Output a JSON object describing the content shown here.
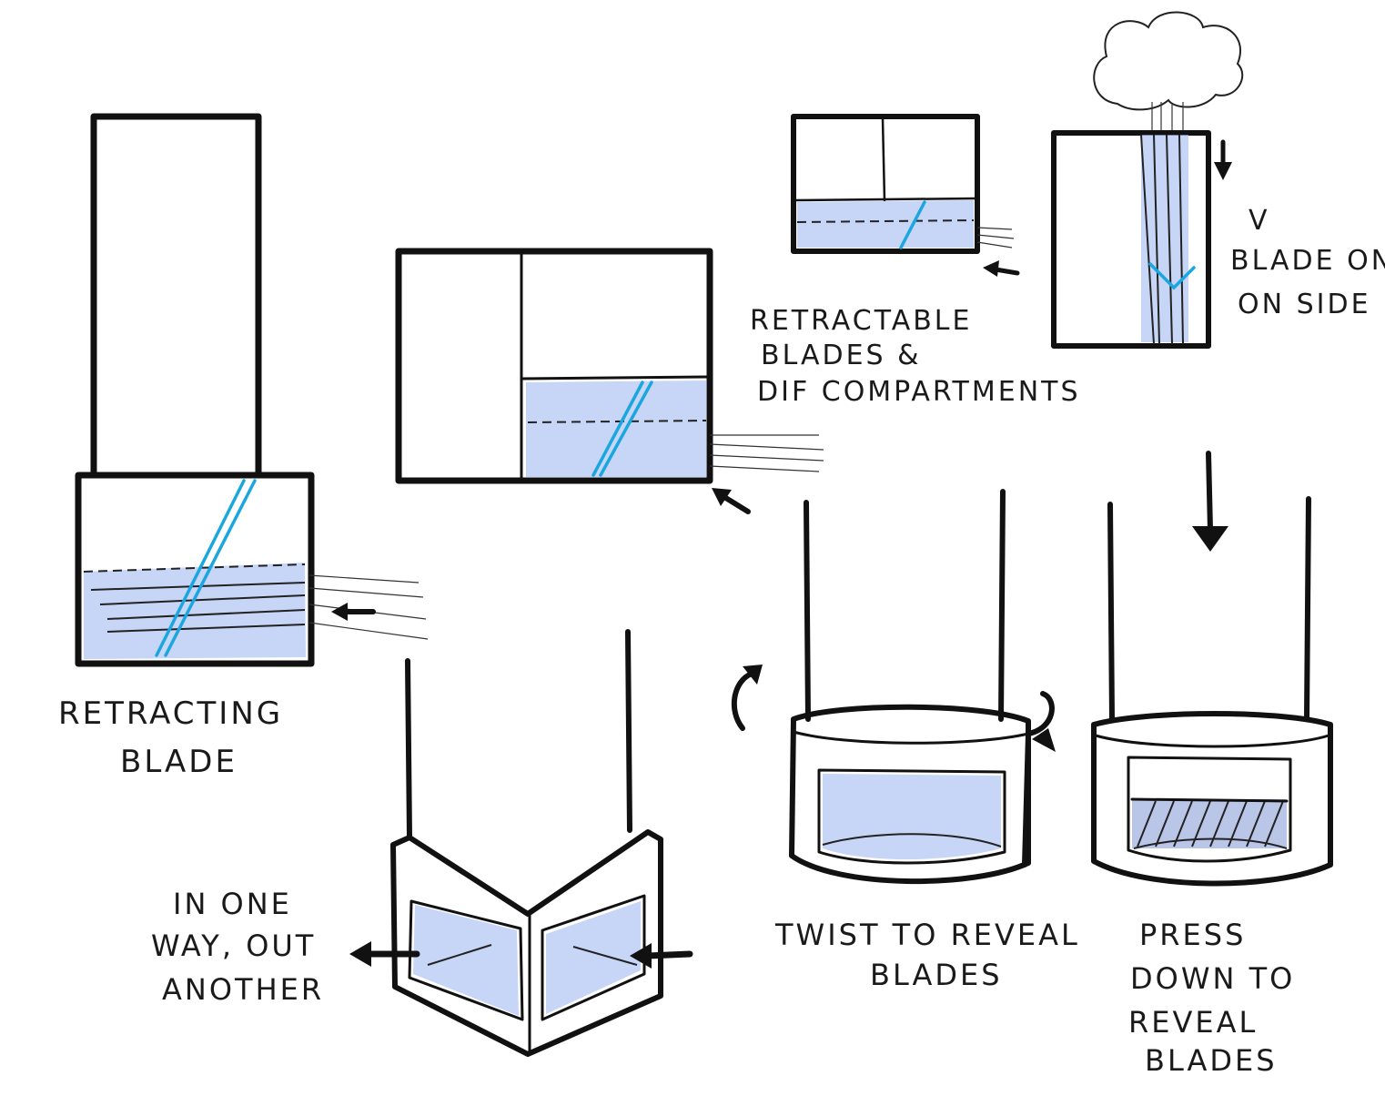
{
  "labels": {
    "retracting_blade": [
      "RETRACTING",
      "BLADE"
    ],
    "retractable_compartments": [
      "RETRACTABLE",
      "BLADES &",
      "DIF COMPARTMENTS"
    ],
    "v_blade": [
      "V",
      "BLADE ON",
      "ON SIDE"
    ],
    "in_one_way": [
      "IN ONE",
      "WAY, OUT",
      "ANOTHER"
    ],
    "twist": [
      "TWIST TO REVEAL",
      "BLADES"
    ],
    "press": [
      "PRESS",
      "DOWN TO",
      "REVEAL",
      "BLADES"
    ]
  },
  "colors": {
    "ink": "#111111",
    "wash": "#a9bff2",
    "blade": "#1aa7e0"
  }
}
